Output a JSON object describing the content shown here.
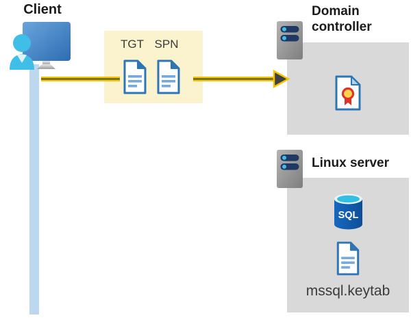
{
  "client": {
    "label": "Client"
  },
  "ticket_box": {
    "tgt_label": "TGT",
    "spn_label": "SPN"
  },
  "domain_controller": {
    "label": "Domain controller"
  },
  "linux_server": {
    "label": "Linux server",
    "sql_badge": "SQL",
    "keytab_label": "mssql.keytab"
  },
  "colors": {
    "panel_gray": "#d9d9d9",
    "ticket_box_yellow": "#fbf3ce",
    "arrow_yellow": "#f5c400",
    "arrow_dark": "#414042",
    "client_line_blue": "#bdd7ee",
    "document_blue": "#2e75b6",
    "document_line_blue": "#74a9dd",
    "server_bar_navy": "#1f3864",
    "server_dot_cyan": "#41bee8",
    "person_cyan": "#3fbee8",
    "sql_body_blue": "#1161ad",
    "sql_top_cyan": "#35bde2",
    "seal_yellow": "#ffd34d",
    "seal_red": "#e03226"
  }
}
